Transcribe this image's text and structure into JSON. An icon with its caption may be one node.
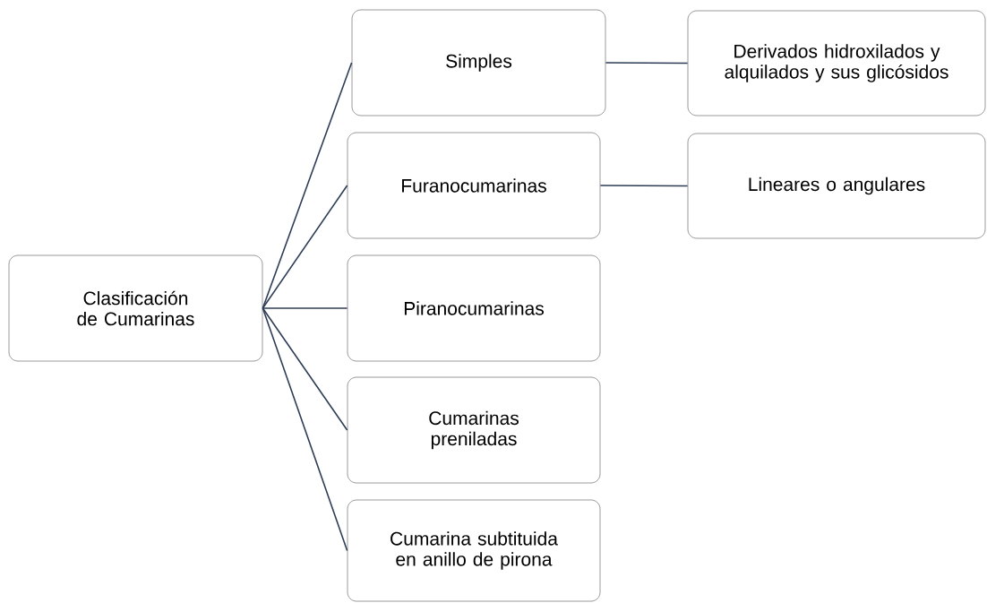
{
  "diagram": {
    "nodes": [
      {
        "text": [
          "Clasificación de Cumarinas"
        ]
      },
      {
        "text": [
          "Simples"
        ]
      },
      {
        "text": [
          "Derivados hidroxilados y alquilados y sus glicósidos"
        ]
      },
      {
        "text": [
          "Furanocumarinas"
        ]
      },
      {
        "text": [
          "Lineares o angulares"
        ]
      },
      {
        "text": [
          "Piranocumarinas"
        ]
      },
      {
        "text": [
          "Cumarinas preniladas"
        ]
      },
      {
        "text": [
          "Cumarina subtituida en anillo de pirona"
        ]
      }
    ],
    "edges": [
      {
        "from": 0,
        "to": 1,
        "arrow": "none"
      },
      {
        "from": 1,
        "to": 2,
        "arrow": "none"
      },
      {
        "from": 0,
        "to": 3,
        "arrow": "none"
      },
      {
        "from": 3,
        "to": 4,
        "arrow": "none"
      },
      {
        "from": 0,
        "to": 5,
        "arrow": "none"
      },
      {
        "from": 0,
        "to": 6,
        "arrow": "none"
      },
      {
        "from": 0,
        "to": 7,
        "arrow": "none"
      }
    ]
  }
}
